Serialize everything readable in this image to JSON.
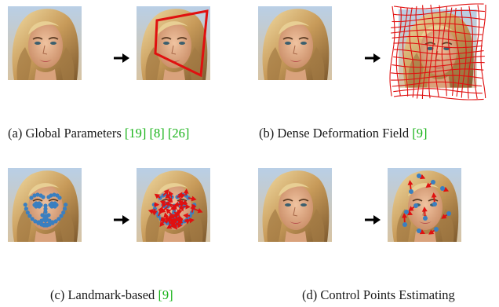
{
  "captions": {
    "a": {
      "text": "(a) Global Parameters ",
      "cites": [
        "[19]",
        "[8]",
        "[26]"
      ]
    },
    "b": {
      "text": "(b) Dense Deformation Field ",
      "cites": [
        "[9]"
      ]
    },
    "c": {
      "text": "(c) Landmark-based ",
      "cites": [
        "[9]"
      ]
    },
    "d": {
      "text": "(d) Control Points Estimating",
      "cites": []
    }
  },
  "colors": {
    "citation": "#19b319",
    "overlay_red": "#e01010",
    "landmark_blue": "#3a7fc0"
  },
  "panels": [
    {
      "id": "a-input",
      "overlay": "none"
    },
    {
      "id": "a-output",
      "overlay": "quadrilateral"
    },
    {
      "id": "b-input",
      "overlay": "none"
    },
    {
      "id": "b-output",
      "overlay": "grid"
    },
    {
      "id": "c-input",
      "overlay": "landmarks"
    },
    {
      "id": "c-output",
      "overlay": "landmarks-arrows"
    },
    {
      "id": "d-input",
      "overlay": "none"
    },
    {
      "id": "d-output",
      "overlay": "control-points-arrows"
    }
  ],
  "icons": [
    "arrow-right-icon"
  ]
}
